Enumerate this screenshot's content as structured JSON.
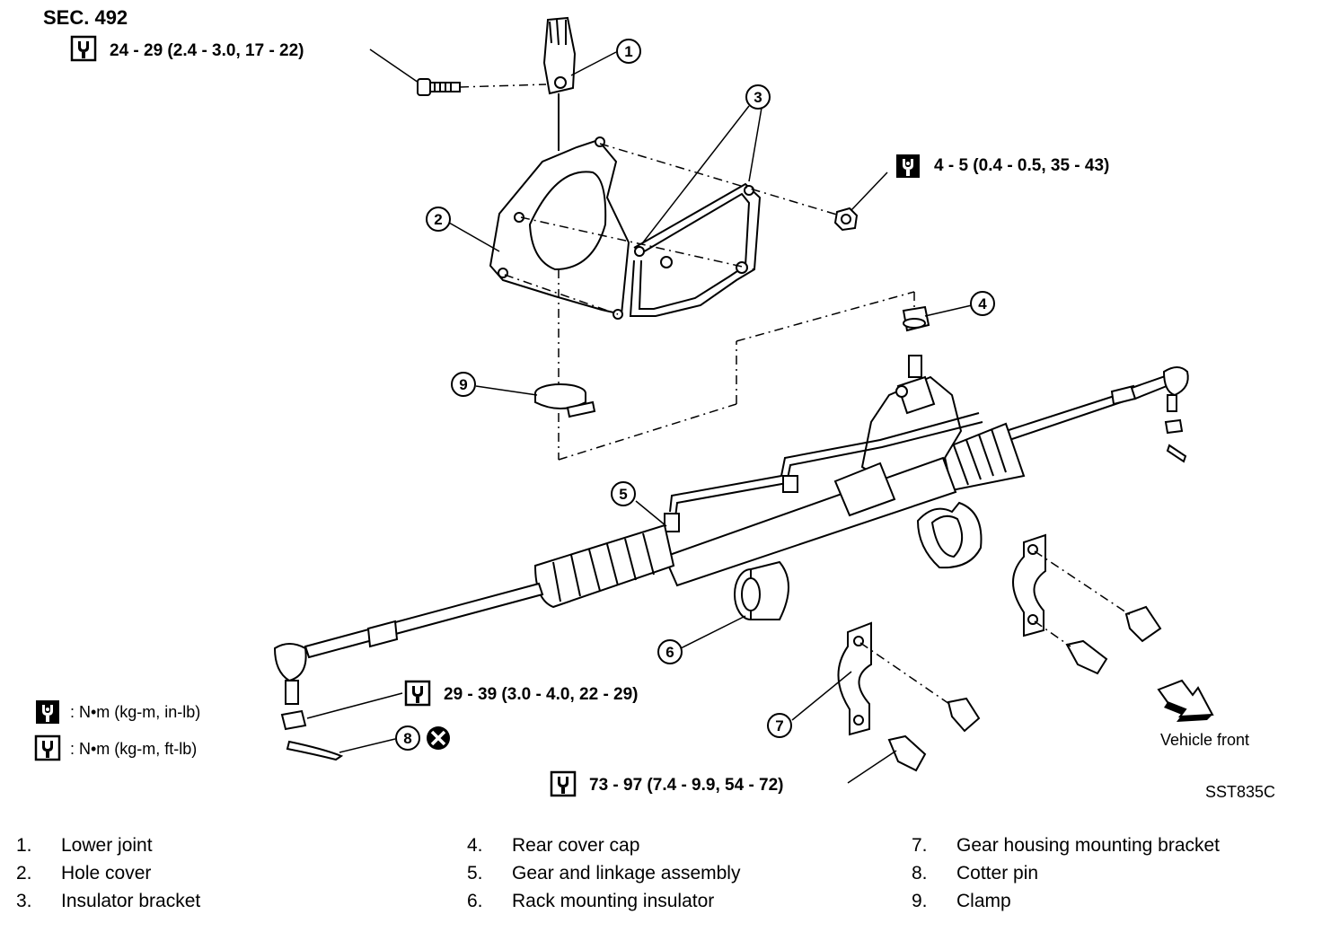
{
  "section": "SEC. 492",
  "figure_code": "SST835C",
  "torque_specs": {
    "lower_joint_bolt": "24 - 29 (2.4 - 3.0, 17 - 22)",
    "insulator_nut": "4 - 5 (0.4 - 0.5, 35 - 43)",
    "tie_rod_nut": "29 - 39 (3.0 - 4.0, 22 - 29)",
    "bracket_bolts": "73 - 97 (7.4 - 9.9, 54 - 72)"
  },
  "units_legend": {
    "in_lb": ": N•m (kg-m, in-lb)",
    "ft_lb": ": N•m (kg-m, ft-lb)"
  },
  "direction_label": "Vehicle front",
  "callouts": [
    "1",
    "2",
    "3",
    "4",
    "5",
    "6",
    "7",
    "8",
    "9"
  ],
  "parts": [
    {
      "num": "1.",
      "name": "Lower joint"
    },
    {
      "num": "2.",
      "name": "Hole cover"
    },
    {
      "num": "3.",
      "name": "Insulator bracket"
    },
    {
      "num": "4.",
      "name": "Rear cover cap"
    },
    {
      "num": "5.",
      "name": "Gear and linkage assembly"
    },
    {
      "num": "6.",
      "name": "Rack mounting insulator"
    },
    {
      "num": "7.",
      "name": "Gear housing mounting bracket"
    },
    {
      "num": "8.",
      "name": "Cotter pin"
    },
    {
      "num": "9.",
      "name": "Clamp"
    }
  ]
}
